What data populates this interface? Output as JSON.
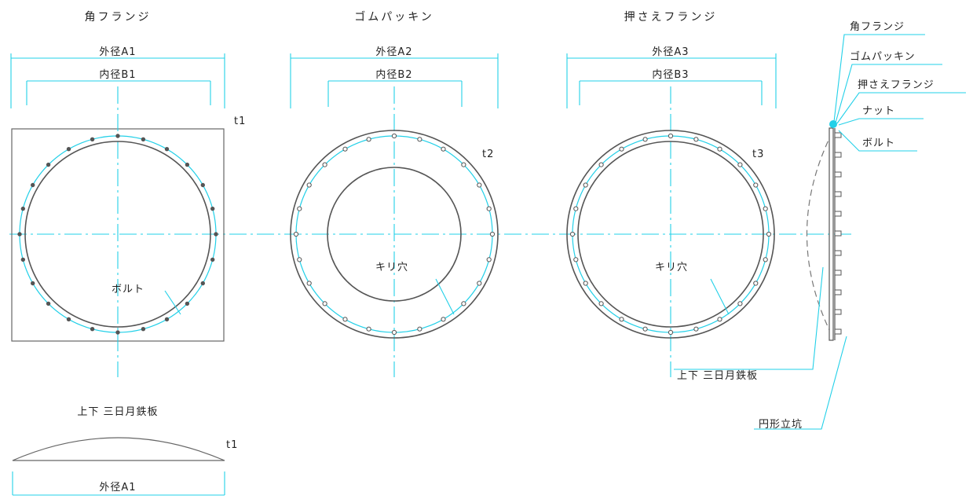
{
  "colors": {
    "accent": "#22d0e8",
    "outline": "#555555",
    "text": "#222222"
  },
  "square_flange": {
    "title": "角フランジ",
    "outer_dim": "外径A1",
    "inner_dim": "内径B1",
    "thickness": "t1",
    "bolt_label": "ボルト"
  },
  "rubber_packing": {
    "title": "ゴムパッキン",
    "outer_dim": "外径A2",
    "inner_dim": "内径B2",
    "thickness": "t2",
    "hole_label": "キリ穴"
  },
  "press_flange": {
    "title": "押さえフランジ",
    "outer_dim": "外径A3",
    "inner_dim": "内径B3",
    "thickness": "t3",
    "hole_label": "キリ穴"
  },
  "crescent_plate": {
    "title": "上下 三日月鉄板",
    "thickness": "t1",
    "outer_dim": "外径A1"
  },
  "side_view": {
    "labels": [
      "角フランジ",
      "ゴムパッキン",
      "押さえフランジ",
      "ナット",
      "ボルト"
    ],
    "crescent_label": "上下 三日月鉄板",
    "shaft_label": "円形立坑"
  }
}
